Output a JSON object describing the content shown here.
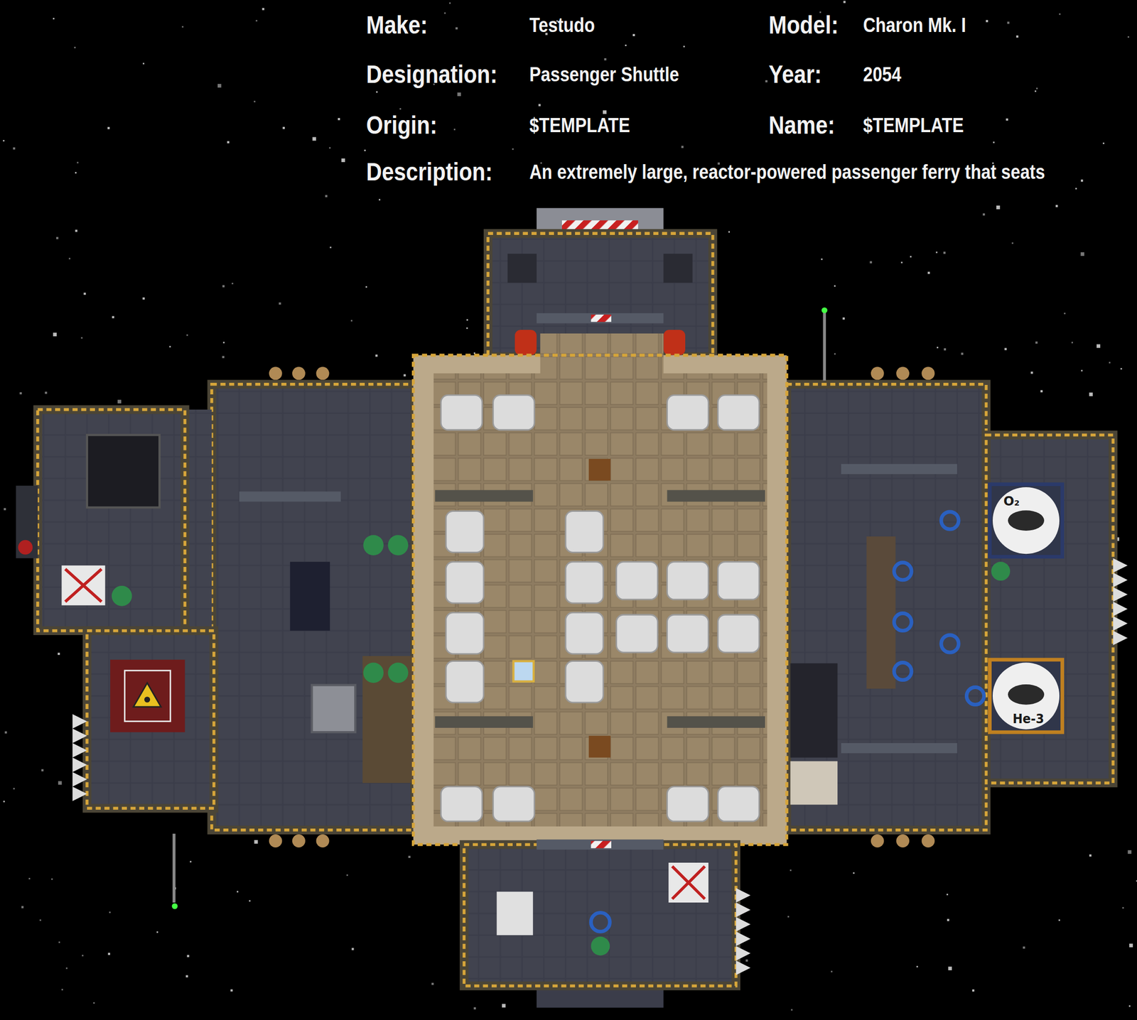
{
  "diagram": {
    "labels": [
      "Make:",
      "Testudo",
      "Model:",
      "Charon Mk. I",
      "Designation:",
      "Passenger Shuttle",
      "Year:",
      "2054",
      "Origin:",
      "$TEMPLATE",
      "Name:",
      "$TEMPLATE",
      "Description:",
      "An extremely large, reactor-powered passenger ferry that seats",
      "O₂",
      "He-3"
    ]
  }
}
